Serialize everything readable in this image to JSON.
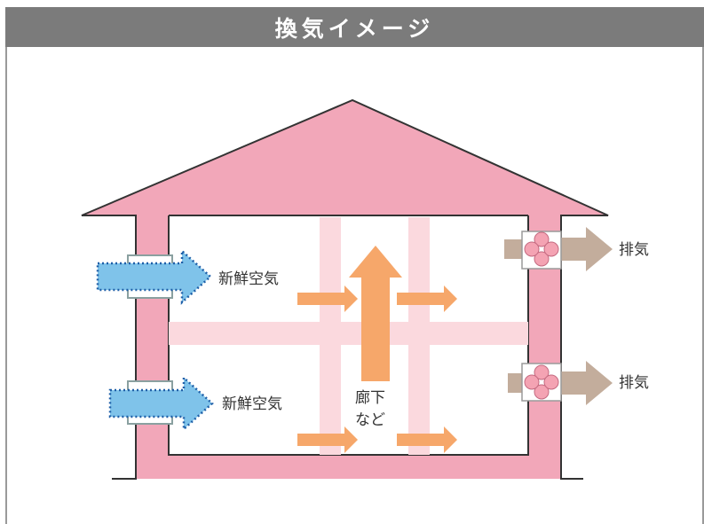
{
  "title": "換気イメージ",
  "labels": {
    "fresh_air_upper": "新鮮空気",
    "fresh_air_lower": "新鮮空気",
    "exhaust_upper": "排気",
    "exhaust_lower": "排気",
    "hallway_line1": "廊下",
    "hallway_line2": "など"
  },
  "colors": {
    "house_wall": "#f2a7b9",
    "house_inner_band": "#fbd9de",
    "fresh_air_arrow": "#7fc3ea",
    "fresh_air_dots": "#1e5fa8",
    "hallway_arrow": "#f6a76a",
    "exhaust_arrow": "#c3ad9c",
    "fan": "#f4a3b3",
    "title_bar": "#7b7b7b"
  },
  "icons": [
    "fresh-air-arrow",
    "exhaust-fan-icon",
    "exhaust-arrow",
    "hallway-arrow",
    "upward-flow-arrow"
  ]
}
